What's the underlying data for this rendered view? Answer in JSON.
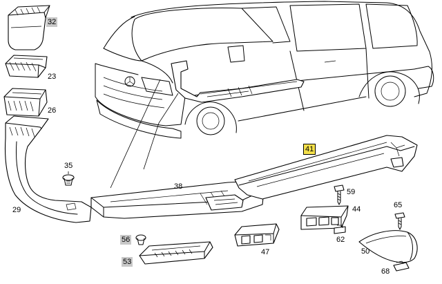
{
  "callouts": {
    "p32": "32",
    "p23": "23",
    "p26": "26",
    "p29": "29",
    "p35": "35",
    "p38": "38",
    "p41": "41",
    "p59": "59",
    "p44": "44",
    "p65": "65",
    "p62": "62",
    "p56": "56",
    "p53": "53",
    "p47": "47",
    "p50": "50",
    "p68": "68"
  },
  "colors": {
    "highlight_grey": "#c8c8c8",
    "selected_yellow": "#f4e04a",
    "stroke": "#000000"
  }
}
